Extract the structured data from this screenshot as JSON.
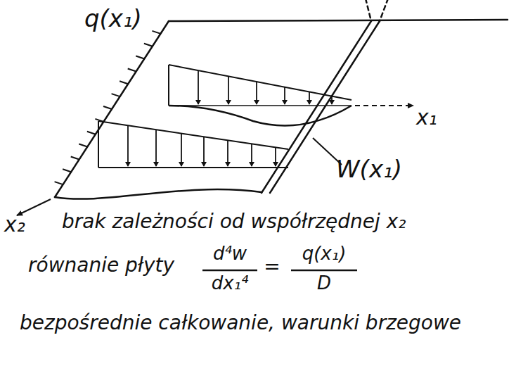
{
  "diagram": {
    "labels": [
      "q(x₁)",
      "x₁",
      "W(x₁)",
      "x₂",
      "brak zależności od współrzędnej x₂",
      "równanie płyty",
      "d⁴w",
      "dx₁⁴",
      "=",
      "q(x₁)",
      "D",
      "bezpośrednie całkowanie, warunki brzegowe"
    ]
  }
}
